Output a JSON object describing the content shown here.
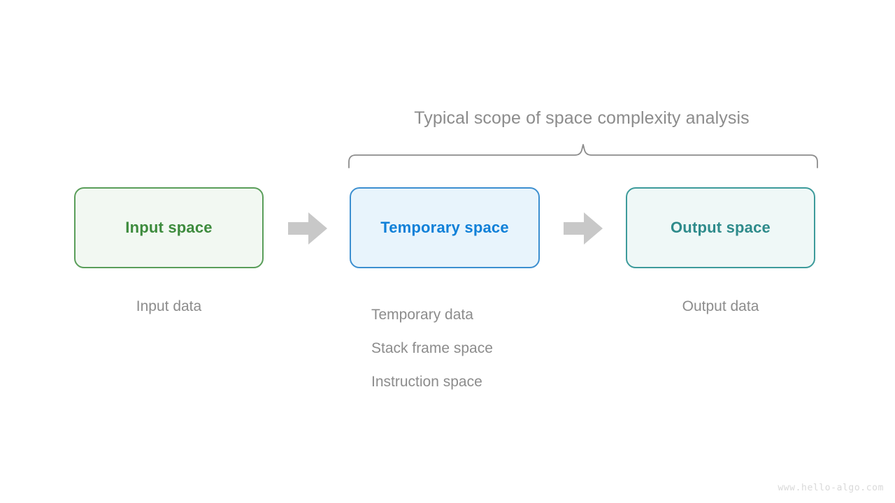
{
  "diagram": {
    "title": "Typical scope of space complexity analysis",
    "watermark": "www.hello-algo.com",
    "colors": {
      "background": "#ffffff",
      "muted_text": "#8c8c8c",
      "arrow": "#c8c8c8",
      "brace": "#8c8c8c",
      "watermark": "#d9d9d9",
      "input_border": "#5a9e5a",
      "input_fill": "#f2f8f2",
      "input_text": "#3d8b3d",
      "temporary_border": "#3c8fd0",
      "temporary_fill": "#e8f4fc",
      "temporary_text": "#1080d8",
      "output_border": "#3d9b9b",
      "output_fill": "#eff8f7",
      "output_text": "#2e8b8b"
    },
    "boxes": [
      {
        "id": "input",
        "label": "Input space"
      },
      {
        "id": "temporary",
        "label": "Temporary space"
      },
      {
        "id": "output",
        "label": "Output space"
      }
    ],
    "arrows": [
      {
        "id": "arrow-input-to-temporary",
        "icon": "right-arrow-icon"
      },
      {
        "id": "arrow-temporary-to-output",
        "icon": "right-arrow-icon"
      }
    ],
    "captions": {
      "input": "Input data",
      "output": "Output data",
      "temporary": [
        "Temporary data",
        "Stack frame space",
        "Instruction space"
      ]
    }
  }
}
